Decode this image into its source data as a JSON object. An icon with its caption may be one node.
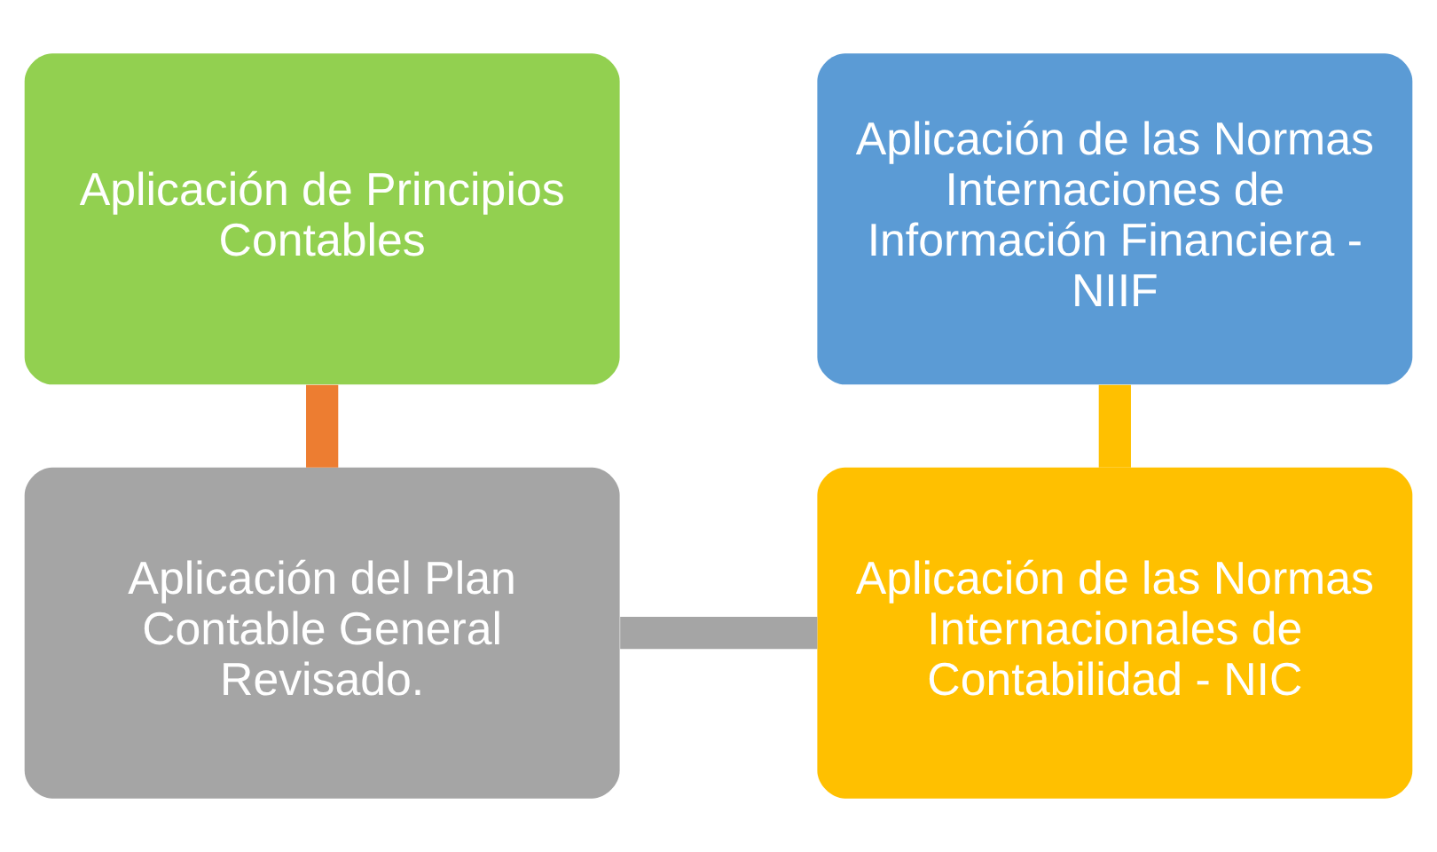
{
  "diagram": {
    "nodes": [
      {
        "text": [
          "Aplicación de Principios Contables"
        ]
      },
      {
        "text": [
          "Aplicación de las Normas Internaciones de Información Financiera - NIIF"
        ]
      },
      {
        "text": [
          "Aplicación del Plan Contable General Revisado."
        ]
      },
      {
        "text": [
          "Aplicación de las Normas Internacionales de Contabilidad - NIC"
        ]
      }
    ],
    "edges": [
      {
        "from": 0,
        "to": 2,
        "arrow": "none",
        "color": "#ed7d31"
      },
      {
        "from": 2,
        "to": 3,
        "arrow": "none",
        "color": "#a5a5a5"
      },
      {
        "from": 3,
        "to": 1,
        "arrow": "none",
        "color": "#ffc000"
      }
    ]
  }
}
